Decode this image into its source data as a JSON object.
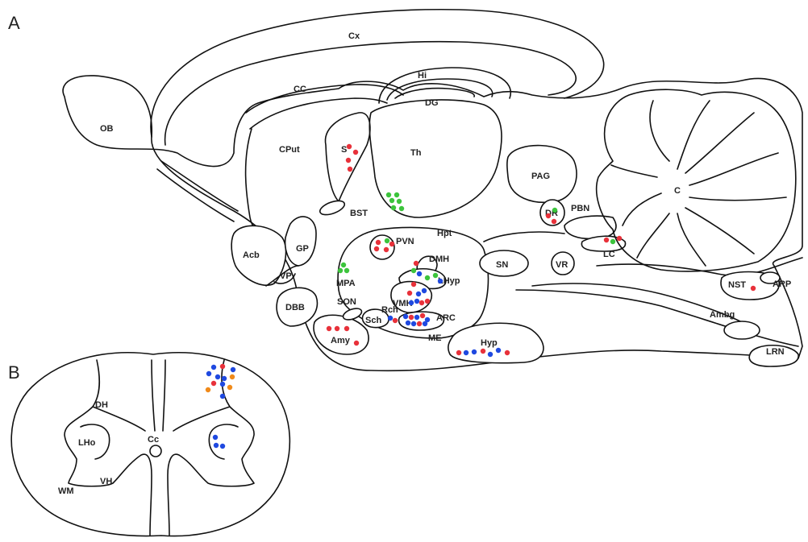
{
  "panels": {
    "a": "A",
    "b": "B"
  },
  "labels": {
    "cx": "Cx",
    "cc": "CC",
    "hi": "Hi",
    "dg": "DG",
    "ob": "OB",
    "cput": "CPut",
    "s": "S",
    "th": "Th",
    "bst": "BST",
    "pag": "PAG",
    "c": "C",
    "dr": "DR",
    "pbn": "PBN",
    "lc": "LC",
    "hpt": "Hpt",
    "pvn": "PVN",
    "dmh": "DMH",
    "lhyp": "LHyp",
    "vmh": "VMH",
    "mpa": "MPA",
    "son": "SON",
    "rch": "Rch",
    "sch": "Sch",
    "arc": "ARC",
    "me": "ME",
    "sn": "SN",
    "vr": "VR",
    "acb": "Acb",
    "gp": "GP",
    "vp": "VP",
    "dbb": "DBB",
    "amy": "Amy",
    "hyp": "Hyp",
    "nst": "NST",
    "arp": "ARP",
    "ambg": "Ambg",
    "lrn": "LRN",
    "dh": "DH",
    "lho": "LHo",
    "cc_canal": "Cc",
    "vh": "VH",
    "wm": "WM"
  },
  "colors": {
    "red": "#e8313a",
    "green": "#3cc43c",
    "blue": "#1f49e0",
    "orange": "#f08a1a"
  }
}
